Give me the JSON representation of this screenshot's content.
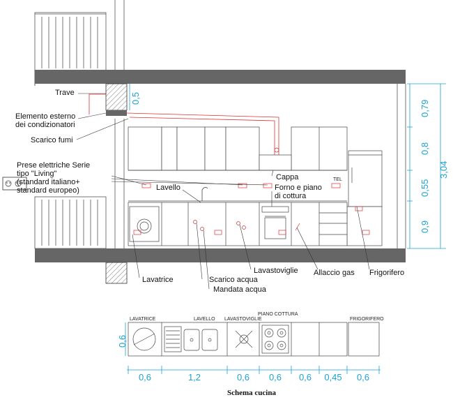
{
  "elevation": {
    "labels": {
      "trave": "Trave",
      "condizionatori": "Elemento esterno\ndei condizionatori",
      "scarico_fumi": "Scarico fumi",
      "prese": "Prese elettriche Serie\ntipo \"Living\"\n(standard italiano+\nstandard europeo)",
      "lavello": "Lavello",
      "cappa": "Cappa",
      "forno": "Forno e piano\ndi cottura",
      "tel": "TEL",
      "lavatrice": "Lavatrice",
      "scarico_acqua": "Scarico acqua",
      "mandata_acqua": "Mandata acqua",
      "lavastoviglie": "Lavastoviglie",
      "allaccio_gas": "Allaccio gas",
      "frigorifero": "Frigorifero"
    },
    "beam_dim": "0,5",
    "height_dims": [
      "0,79",
      "0,8",
      "0,55",
      "0,9"
    ],
    "total_height": "3,04"
  },
  "plan": {
    "caption": "Schema cucina",
    "labels": {
      "lavatrice": "LAVATRICE",
      "lavello": "LAVELLO",
      "lavastoviglie": "LAVASTOVIGLIE",
      "piano_cottura": "PIANO COTTURA",
      "frigorifero": "FRIGORIFERO"
    },
    "depth_dim": "0,6",
    "width_dims": [
      "0,6",
      "1,2",
      "0,6",
      "0,6",
      "0,6",
      "0,45",
      "0,6"
    ]
  },
  "colors": {
    "dimension": "#1aa3d6",
    "plumbing": "#e03030",
    "wall": "#666666"
  }
}
